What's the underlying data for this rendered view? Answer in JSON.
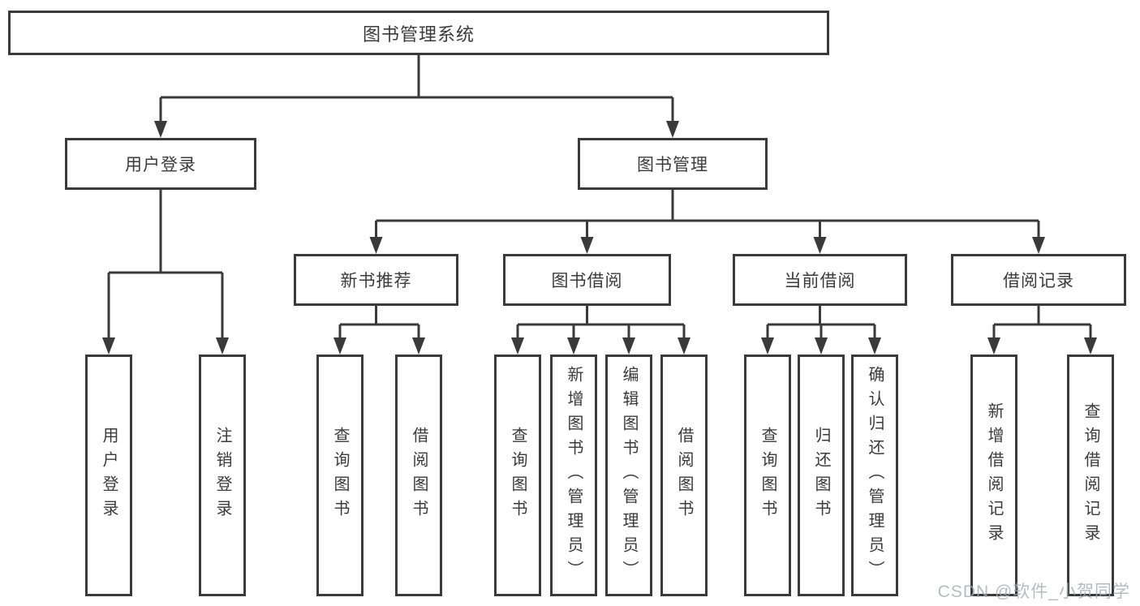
{
  "diagram": {
    "title": "图书管理系统",
    "type": "hierarchy-tree",
    "watermark": "CSDN @软件_小贺同学",
    "colors": {
      "line": "#3a3a3a",
      "border": "#3a3a3a",
      "text": "#3b3b3b",
      "background": "#ffffff",
      "watermark": "#a4aab4"
    },
    "tree": {
      "label": "图书管理系统",
      "children": [
        {
          "label": "用户登录",
          "children": [
            {
              "label": "用户登录"
            },
            {
              "label": "注销登录"
            }
          ]
        },
        {
          "label": "图书管理",
          "children": [
            {
              "label": "新书推荐",
              "children": [
                {
                  "label": "查询图书"
                },
                {
                  "label": "借阅图书"
                }
              ]
            },
            {
              "label": "图书借阅",
              "children": [
                {
                  "label": "查询图书"
                },
                {
                  "label": "新增图书（管理员）"
                },
                {
                  "label": "编辑图书（管理员）"
                },
                {
                  "label": "借阅图书"
                }
              ]
            },
            {
              "label": "当前借阅",
              "children": [
                {
                  "label": "查询图书"
                },
                {
                  "label": "归还图书"
                },
                {
                  "label": "确认归还（管理员）"
                }
              ]
            },
            {
              "label": "借阅记录",
              "children": [
                {
                  "label": "新增借阅记录"
                },
                {
                  "label": "查询借阅记录"
                }
              ]
            }
          ]
        }
      ]
    }
  }
}
